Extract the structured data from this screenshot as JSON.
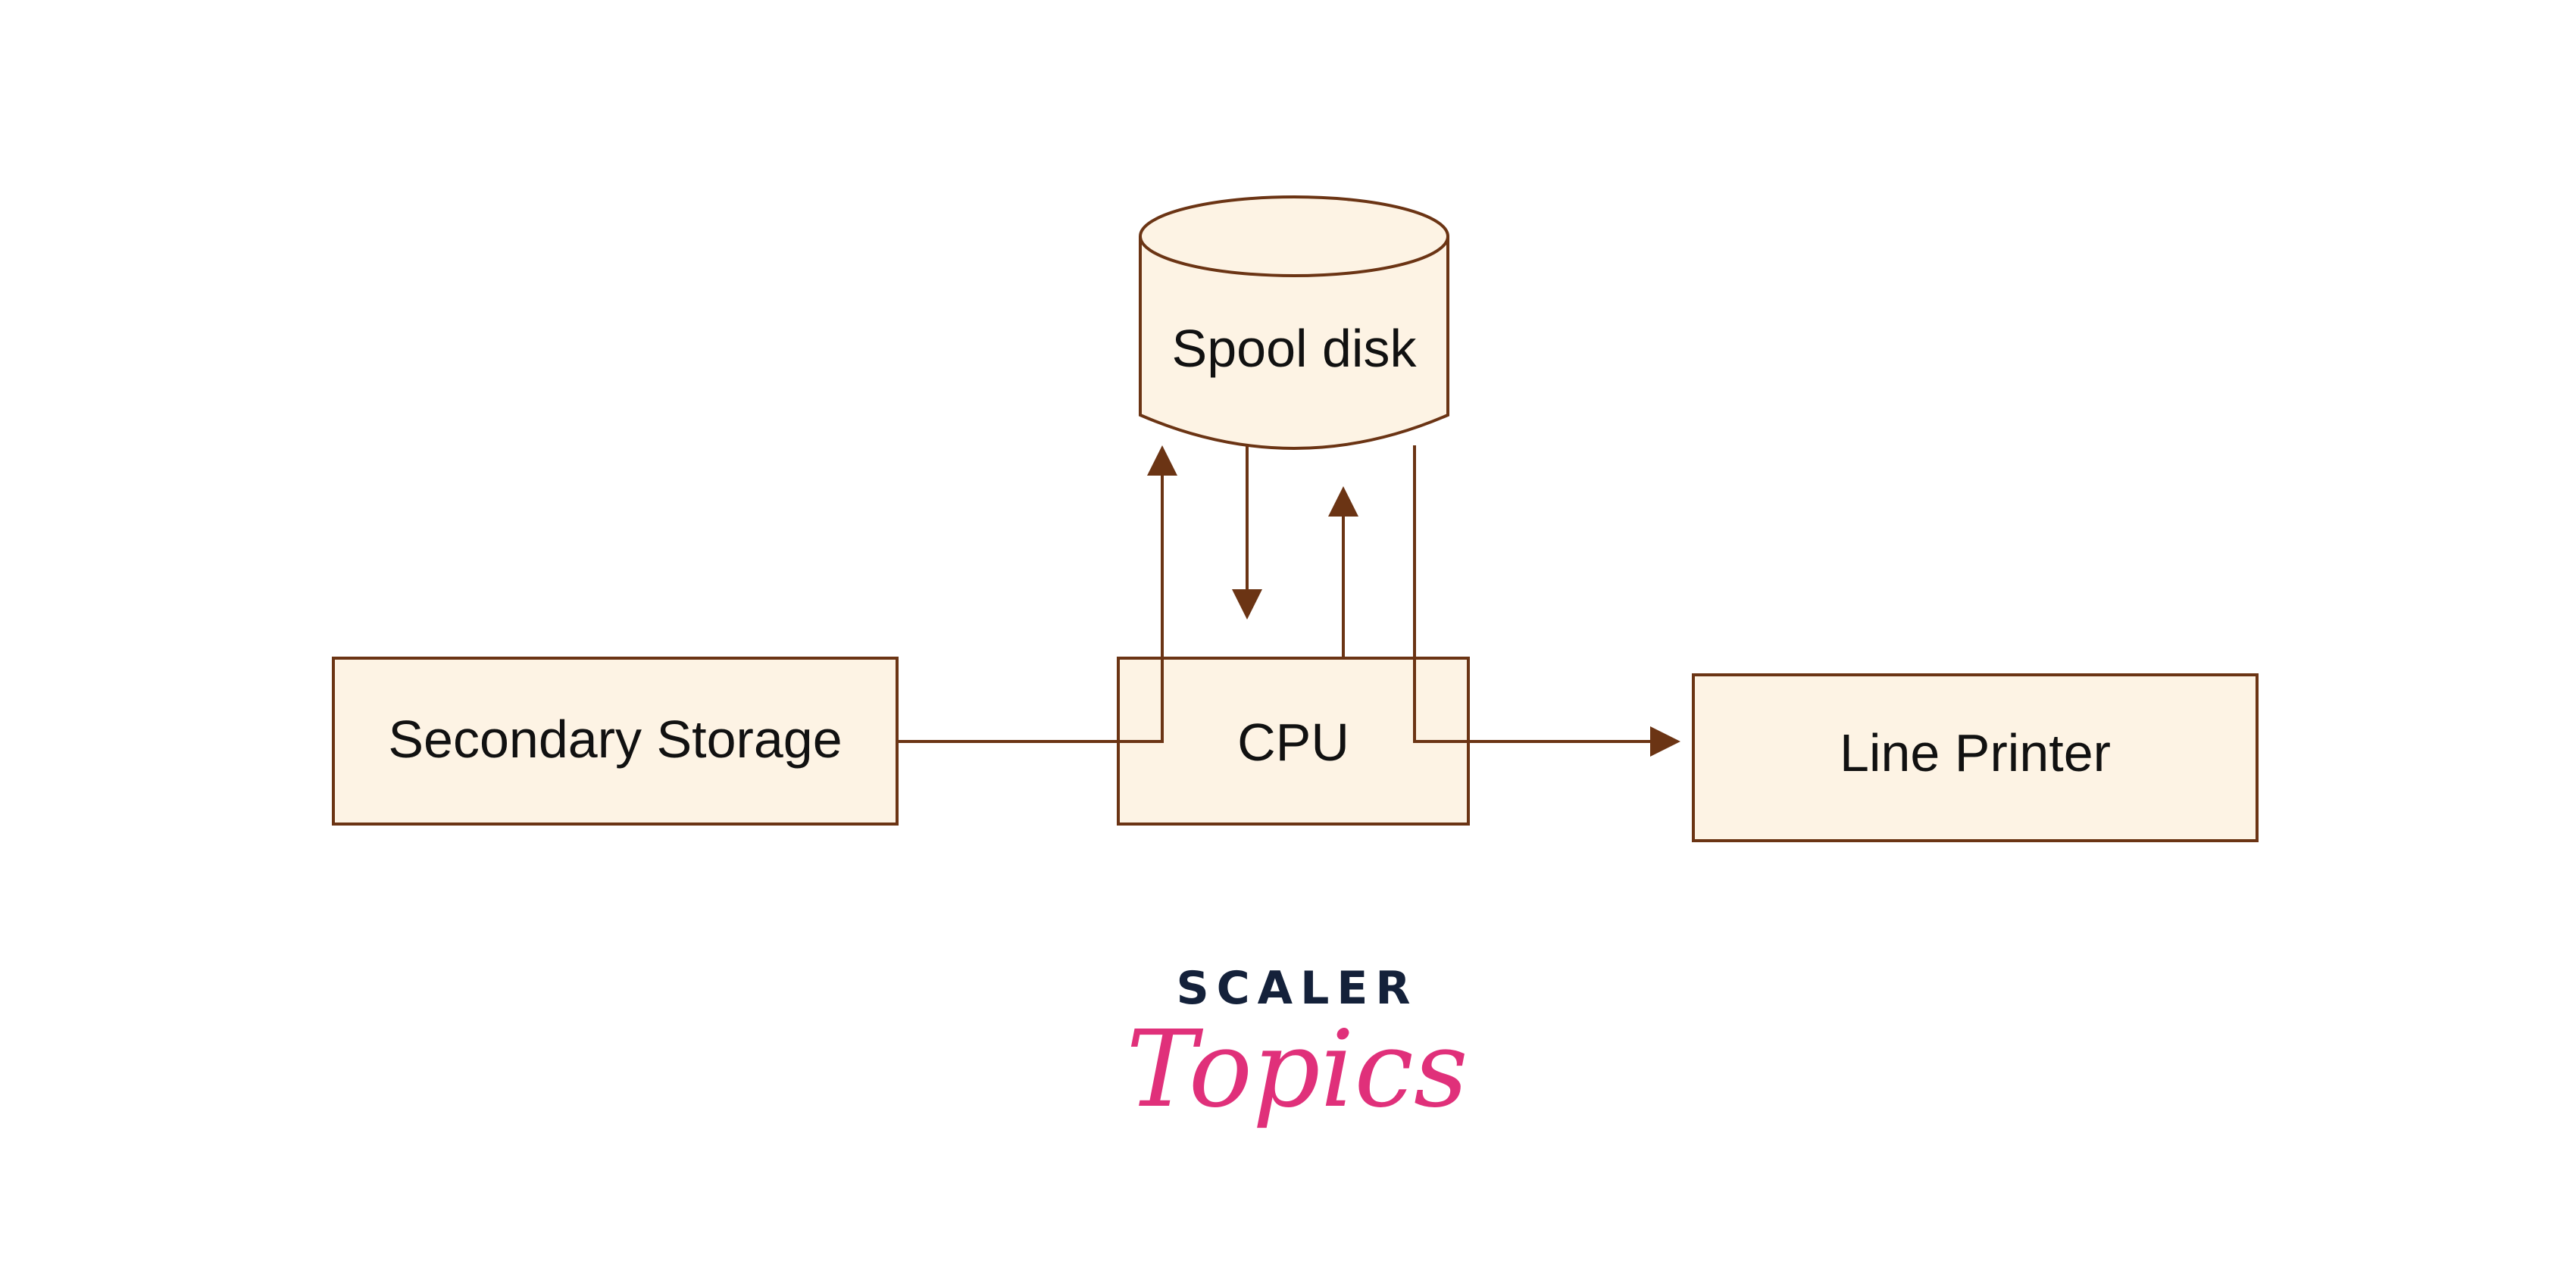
{
  "nodes": {
    "spool_disk": "Spool disk",
    "secondary_storage": "Secondary Storage",
    "cpu": "CPU",
    "line_printer": "Line Printer"
  },
  "logo": {
    "line1": "SCALER",
    "line2": "Topics"
  },
  "colors": {
    "box_fill": "#fdf3e4",
    "stroke": "#6b3414",
    "logo_dark": "#14213a",
    "logo_pink": "#e0307a"
  }
}
